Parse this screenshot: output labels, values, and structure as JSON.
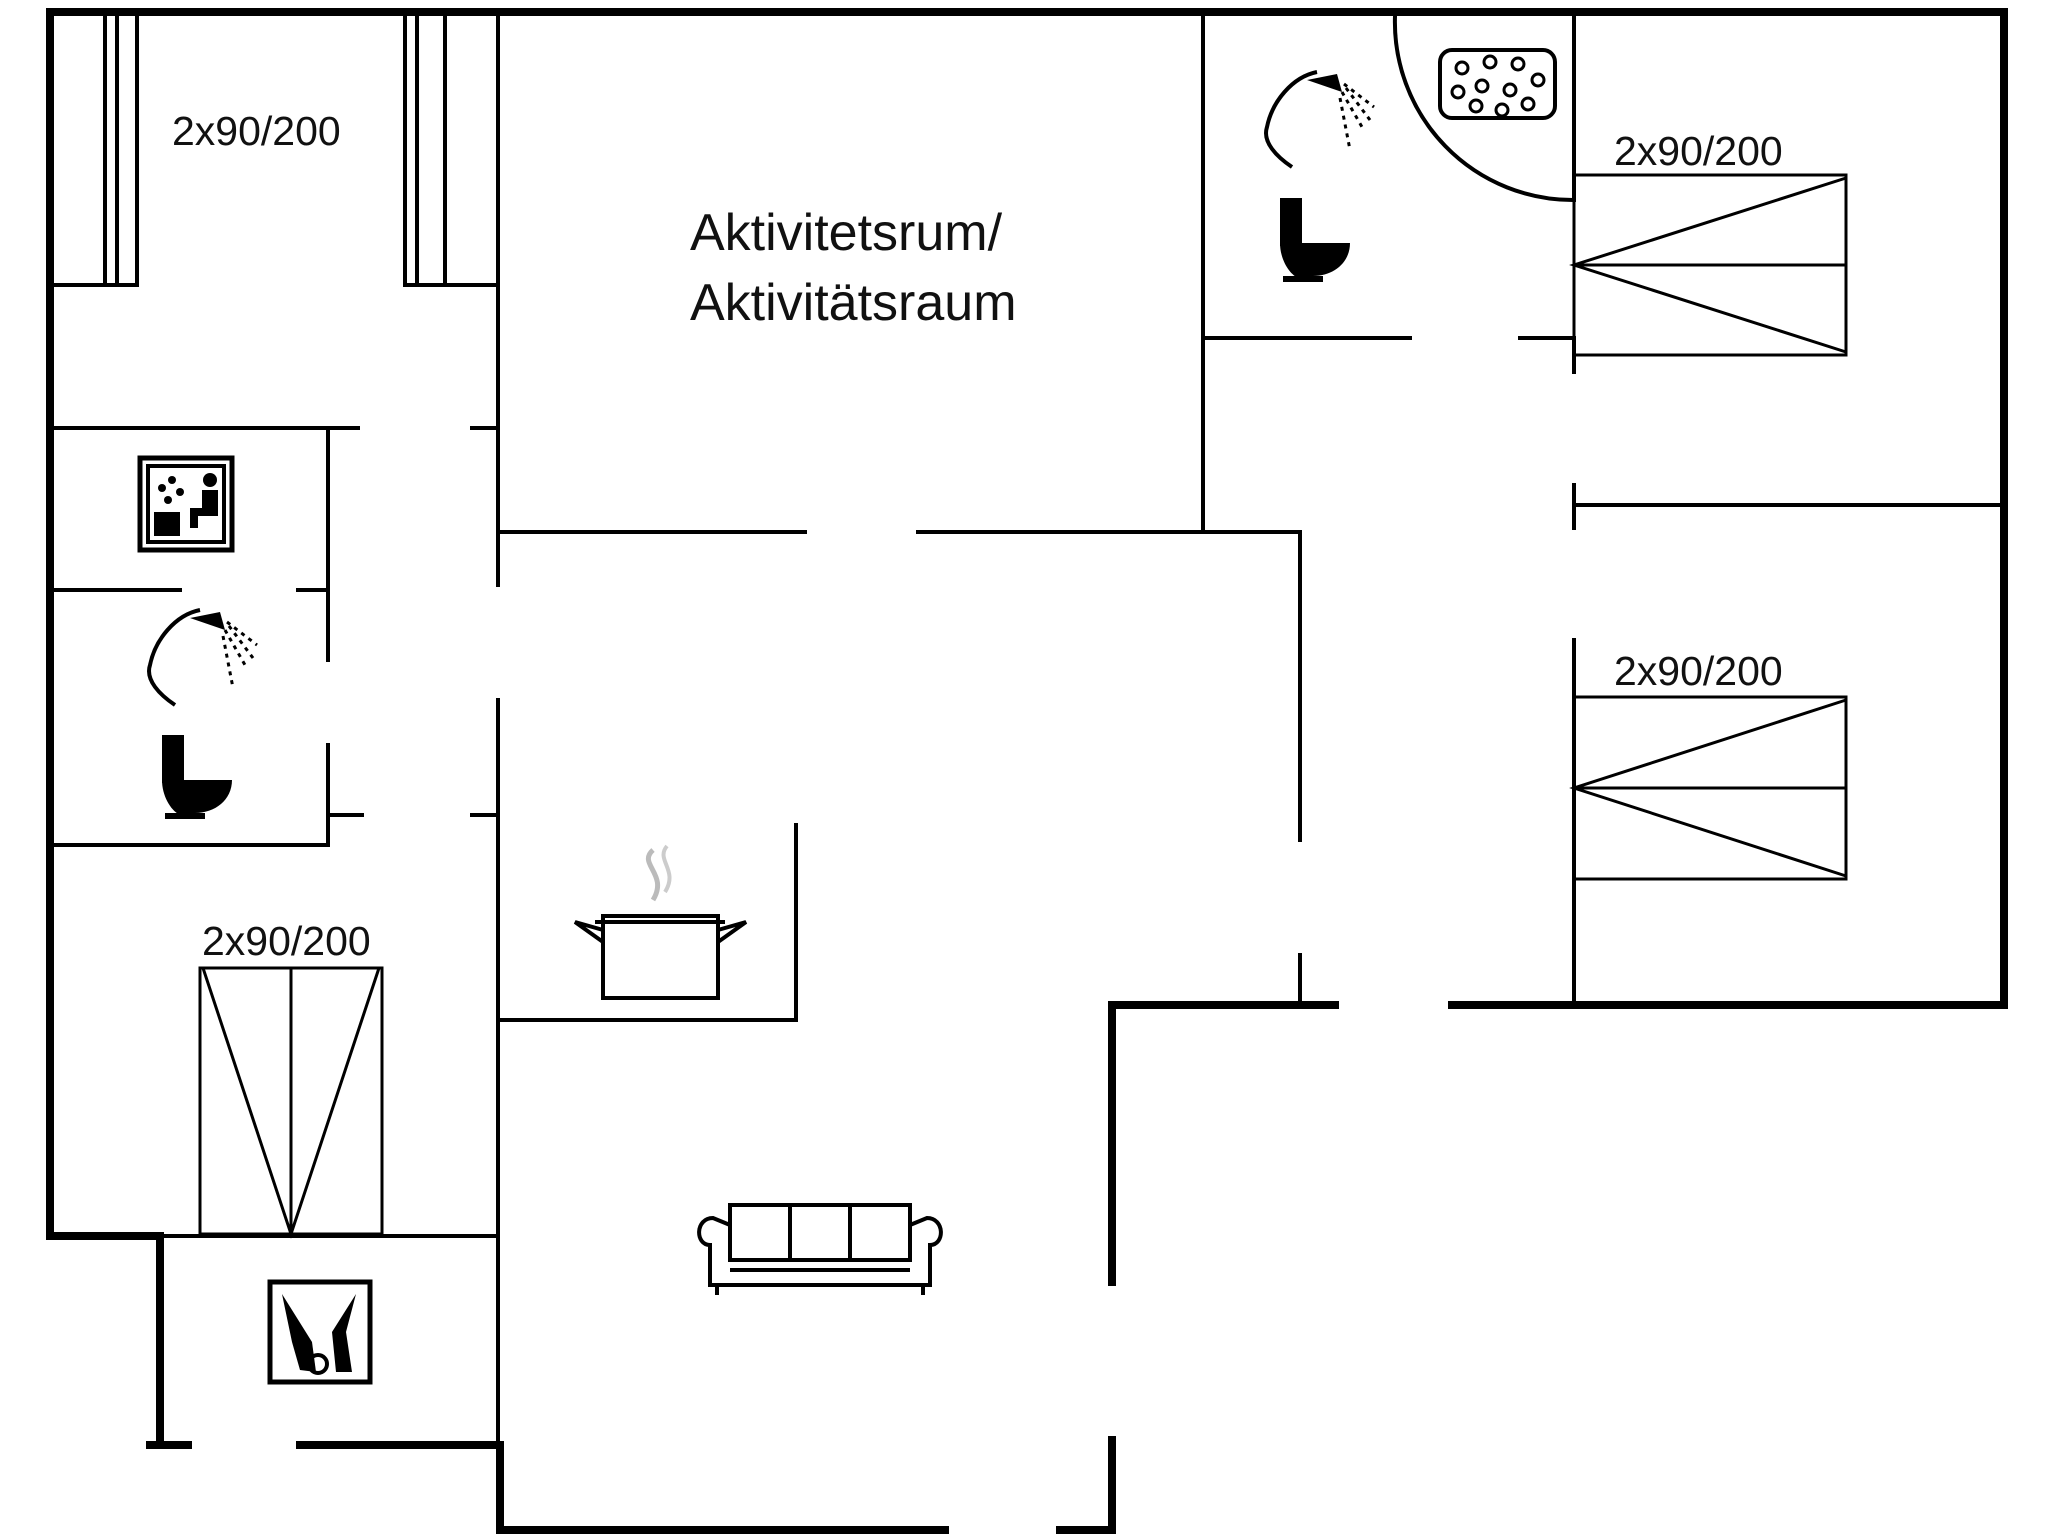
{
  "rooms": {
    "activity_line1": "Aktivitetsrum/",
    "activity_line2": "Aktivitätsraum"
  },
  "beds": {
    "bedroom_top_left": "2x90/200",
    "bedroom_top_right": "2x90/200",
    "bedroom_mid_right": "2x90/200",
    "bedroom_lower_left": "2x90/200"
  },
  "icons": [
    "sauna-icon",
    "shower-icon",
    "toilet-icon",
    "whirlpool-icon",
    "cooking-pot-icon",
    "sofa-icon",
    "washing-machine-icon"
  ],
  "colors": {
    "line": "#000000",
    "background": "#ffffff"
  }
}
